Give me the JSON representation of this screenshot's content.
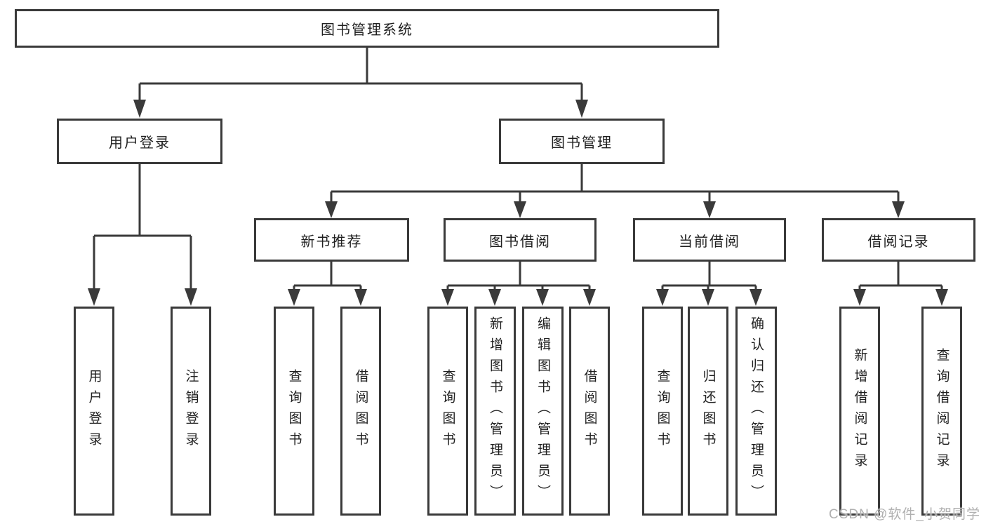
{
  "diagram": {
    "root": {
      "label": "图书管理系统"
    },
    "level2": [
      {
        "label": "用户登录"
      },
      {
        "label": "图书管理"
      }
    ],
    "level3": [
      {
        "label": "新书推荐"
      },
      {
        "label": "图书借阅"
      },
      {
        "label": "当前借阅"
      },
      {
        "label": "借阅记录"
      }
    ],
    "leaves": {
      "user_login": [
        {
          "label": "用户登录"
        },
        {
          "label": "注销登录"
        }
      ],
      "new_books": [
        {
          "label": "查询图书"
        },
        {
          "label": "借阅图书"
        }
      ],
      "book_borrow": [
        {
          "label": "查询图书"
        },
        {
          "label": "新增图书（管理员）"
        },
        {
          "label": "编辑图书（管理员）"
        },
        {
          "label": "借阅图书"
        }
      ],
      "current_borrow": [
        {
          "label": "查询图书"
        },
        {
          "label": "归还图书"
        },
        {
          "label": "确认归还（管理员）"
        }
      ],
      "borrow_records": [
        {
          "label": "新增借阅记录"
        },
        {
          "label": "查询借阅记录"
        }
      ]
    }
  },
  "watermark": {
    "text": "CSDN @软件_小贺同学"
  },
  "colors": {
    "line": "#3a3a3a",
    "text": "#1f1f1f",
    "watermark": "#b0b0b0",
    "background": "#ffffff"
  }
}
